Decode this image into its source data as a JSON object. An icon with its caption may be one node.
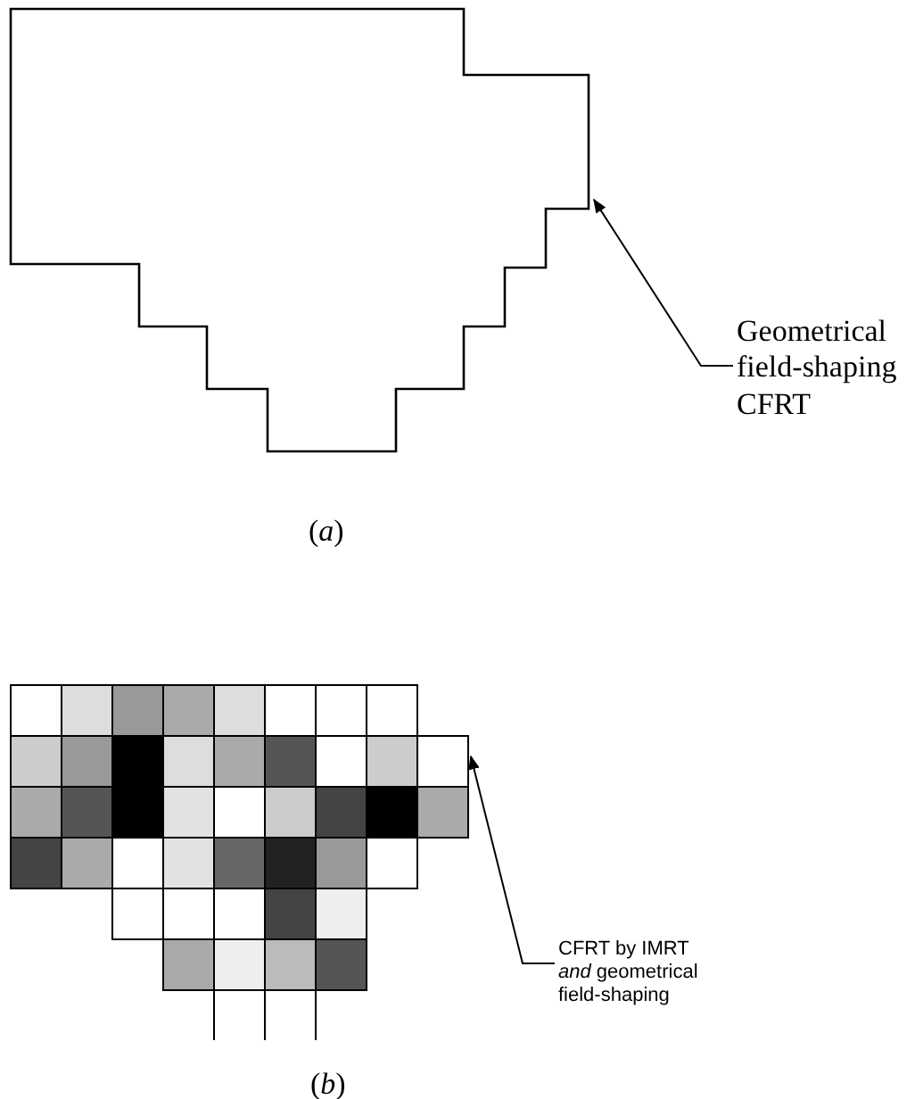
{
  "diagram": {
    "nodes": [
      {
        "text": [
          "Geometrical field-shaping CFRT"
        ]
      },
      {
        "text": [],
        "shape": "outline"
      },
      {
        "text": [
          "CFRT by IMRT *and* geometrical field-shaping"
        ]
      },
      {
        "text": [],
        "shape": "grid"
      }
    ],
    "edges": [
      {
        "from": 0,
        "to": 1,
        "arrow": "to"
      },
      {
        "from": 2,
        "to": 3,
        "arrow": "to"
      }
    ],
    "labels": [
      "(*a*)",
      "(*b*)"
    ]
  }
}
